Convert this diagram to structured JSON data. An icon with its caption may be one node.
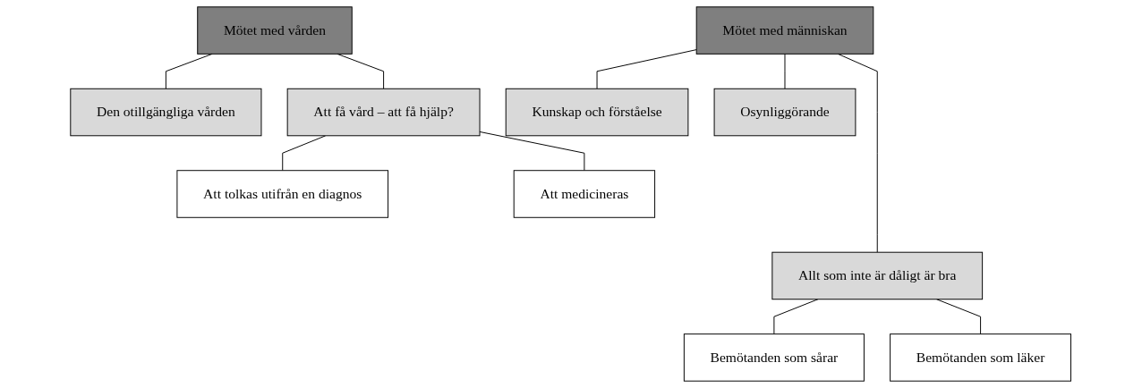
{
  "diagram": {
    "nodes": [
      {
        "text": [
          "Mötet med vården"
        ]
      },
      {
        "text": [
          "Mötet med människan"
        ]
      },
      {
        "text": [
          "Den otillgängliga vården"
        ]
      },
      {
        "text": [
          "Att få vård – att få hjälp?"
        ]
      },
      {
        "text": [
          "Kunskap och förståelse"
        ]
      },
      {
        "text": [
          "Att tolkas utifrån en diagnos"
        ]
      },
      {
        "text": [
          "Att medicineras"
        ]
      },
      {
        "text": [
          "Osynliggörande"
        ]
      },
      {
        "text": [
          "Allt som inte är dåligt är bra"
        ]
      },
      {
        "text": [
          "Bemötanden som sårar"
        ]
      },
      {
        "text": [
          "Bemötanden som läker"
        ]
      }
    ],
    "edges": [
      {
        "from": 0,
        "to": 2,
        "arrow": "none"
      },
      {
        "from": 0,
        "to": 3,
        "arrow": "none"
      },
      {
        "from": 1,
        "to": 8,
        "arrow": "none"
      },
      {
        "from": 1,
        "to": 7,
        "arrow": "none"
      },
      {
        "from": 1,
        "to": 4,
        "arrow": "none"
      },
      {
        "from": 3,
        "to": 5,
        "arrow": "none"
      },
      {
        "from": 3,
        "to": 6,
        "arrow": "none"
      },
      {
        "from": 8,
        "to": 9,
        "arrow": "none"
      },
      {
        "from": 8,
        "to": 10,
        "arrow": "none"
      }
    ]
  }
}
